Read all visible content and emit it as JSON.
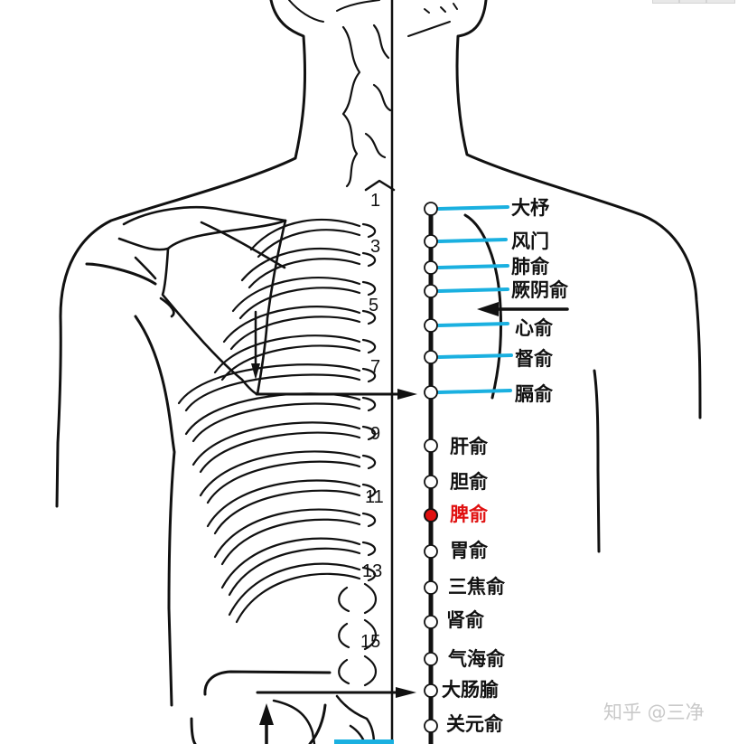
{
  "vertebra_numbers": [
    "1",
    "3",
    "5",
    "7",
    "9",
    "11",
    "13",
    "15"
  ],
  "acupoints": [
    {
      "name": "大杼",
      "color": "#111111",
      "connector_color": "#1ab0e0",
      "filled": false
    },
    {
      "name": "风门",
      "color": "#111111",
      "connector_color": "#1ab0e0",
      "filled": false
    },
    {
      "name": "肺俞",
      "color": "#111111",
      "connector_color": "#1ab0e0",
      "filled": false
    },
    {
      "name": "厥阴俞",
      "color": "#111111",
      "connector_color": "#1ab0e0",
      "filled": false
    },
    {
      "name": "心俞",
      "color": "#111111",
      "connector_color": "#1ab0e0",
      "filled": false
    },
    {
      "name": "督俞",
      "color": "#111111",
      "connector_color": "#1ab0e0",
      "filled": false
    },
    {
      "name": "膈俞",
      "color": "#111111",
      "connector_color": "#1ab0e0",
      "filled": false
    },
    {
      "name": "肝俞",
      "color": "#111111",
      "connector_color": null,
      "filled": false
    },
    {
      "name": "胆俞",
      "color": "#111111",
      "connector_color": null,
      "filled": false
    },
    {
      "name": "脾俞",
      "color": "#e01010",
      "connector_color": null,
      "filled": true
    },
    {
      "name": "胃俞",
      "color": "#111111",
      "connector_color": null,
      "filled": false
    },
    {
      "name": "三焦俞",
      "color": "#111111",
      "connector_color": null,
      "filled": false
    },
    {
      "name": "肾俞",
      "color": "#111111",
      "connector_color": null,
      "filled": false
    },
    {
      "name": "气海俞",
      "color": "#111111",
      "connector_color": null,
      "filled": false
    },
    {
      "name": "大肠腧",
      "color": "#111111",
      "connector_color": null,
      "filled": false
    },
    {
      "name": "关元俞",
      "color": "#111111",
      "connector_color": null,
      "filled": false
    }
  ],
  "watermark": "知乎 @三净",
  "colors": {
    "line_art": "#111111",
    "connector": "#1ab0e0",
    "highlight": "#e01010",
    "watermark": "#c9c9c9",
    "background": "#ffffff"
  }
}
